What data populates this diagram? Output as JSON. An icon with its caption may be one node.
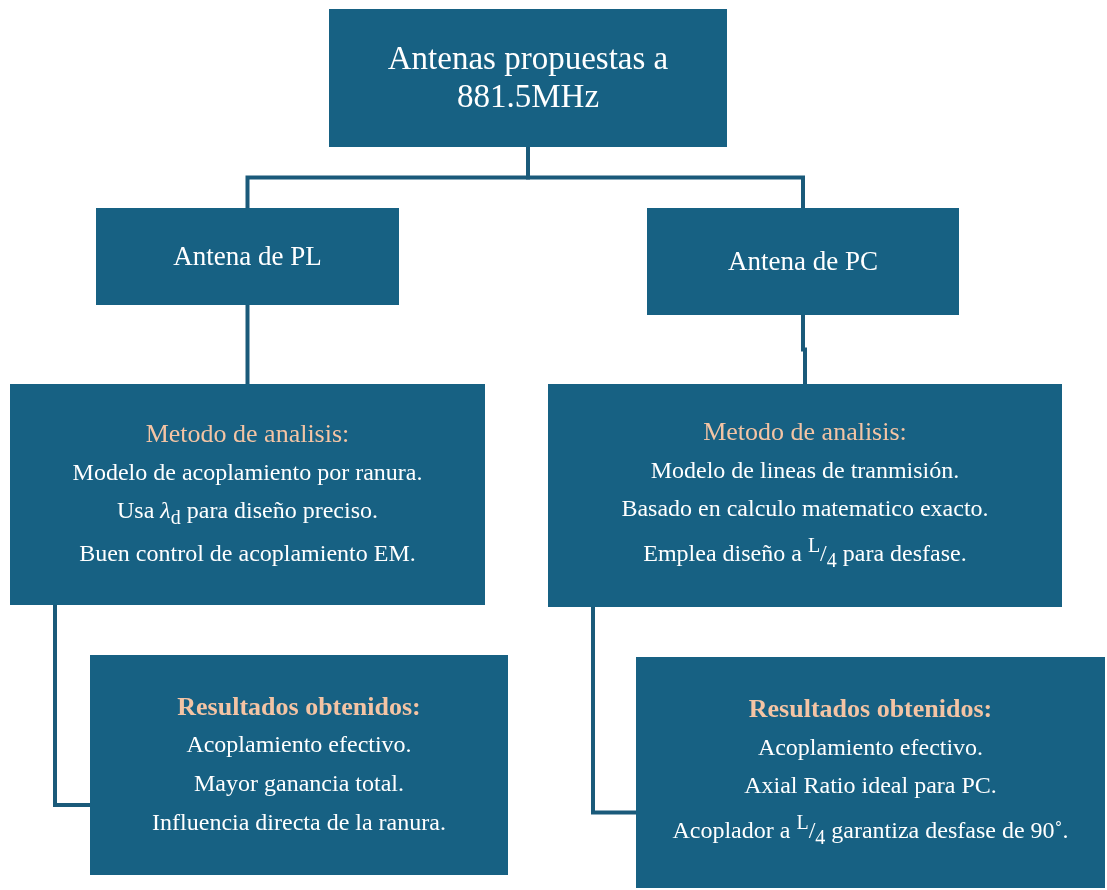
{
  "diagram": {
    "nodes": [
      {
        "text": [
          "Antenas propuestas a 881.5MHz"
        ]
      },
      {
        "text": [
          "Antena de PL"
        ]
      },
      {
        "text": [
          "Antena de PC"
        ]
      },
      {
        "text": [
          "Metodo de analisis:",
          "Modelo de acoplamiento por ranura.",
          "Usa *λ*$_{d}$ para diseño preciso.",
          "Buen control de acoplamiento EM."
        ]
      },
      {
        "text": [
          "Metodo de analisis:",
          "Modelo de lineas de tranmisión.",
          "Basado en calculo matematico exacto.",
          "Emplea diseño a $^{L}$/$_{4}$ para desfase."
        ]
      },
      {
        "text": [
          "Resultados obtenidos:",
          "Acoplamiento efectivo.",
          "Mayor ganancia total.",
          "Influencia directa de la ranura."
        ]
      },
      {
        "text": [
          "Resultados obtenidos:",
          "Acoplamiento efectivo.",
          "Axial Ratio ideal para PC.",
          "Acoplador a $^{L}$/$_{4}$ garantiza desfase de 90˚."
        ]
      }
    ],
    "edges": [
      {
        "from": 0,
        "to": 1,
        "arrow": "none"
      },
      {
        "from": 0,
        "to": 2,
        "arrow": "none"
      },
      {
        "from": 1,
        "to": 3,
        "arrow": "none"
      },
      {
        "from": 2,
        "to": 4,
        "arrow": "none"
      },
      {
        "from": 3,
        "to": 5,
        "arrow": "none"
      },
      {
        "from": 4,
        "to": 6,
        "arrow": "none"
      }
    ]
  }
}
